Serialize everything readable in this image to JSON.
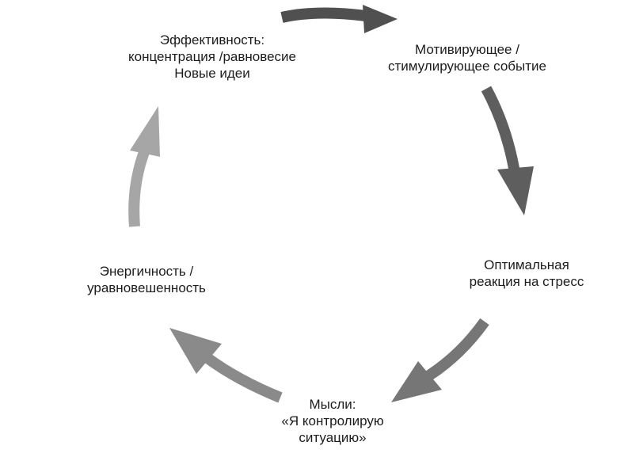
{
  "nodes": {
    "top_left": {
      "lines": [
        "Эффективность:",
        "концентрация /равновесие",
        "Новые идеи"
      ]
    },
    "top_right": {
      "lines": [
        "Мотивирующее /",
        "стимулирующее событие"
      ]
    },
    "right": {
      "lines": [
        "Оптимальная",
        "реакция на стресс"
      ]
    },
    "bottom": {
      "lines": [
        "Мысли:",
        "«Я контролирую",
        "ситуацию»"
      ]
    },
    "left": {
      "lines": [
        "Энергичность /",
        "уравновешенность"
      ]
    }
  },
  "arrows": [
    {
      "from": "top_left",
      "to": "top_right",
      "color": "#505050"
    },
    {
      "from": "top_right",
      "to": "right",
      "color": "#5e5e5e"
    },
    {
      "from": "right",
      "to": "bottom",
      "color": "#767676"
    },
    {
      "from": "bottom",
      "to": "left",
      "color": "#8a8a8a"
    },
    {
      "from": "left",
      "to": "top_left",
      "color": "#a6a6a6"
    }
  ]
}
